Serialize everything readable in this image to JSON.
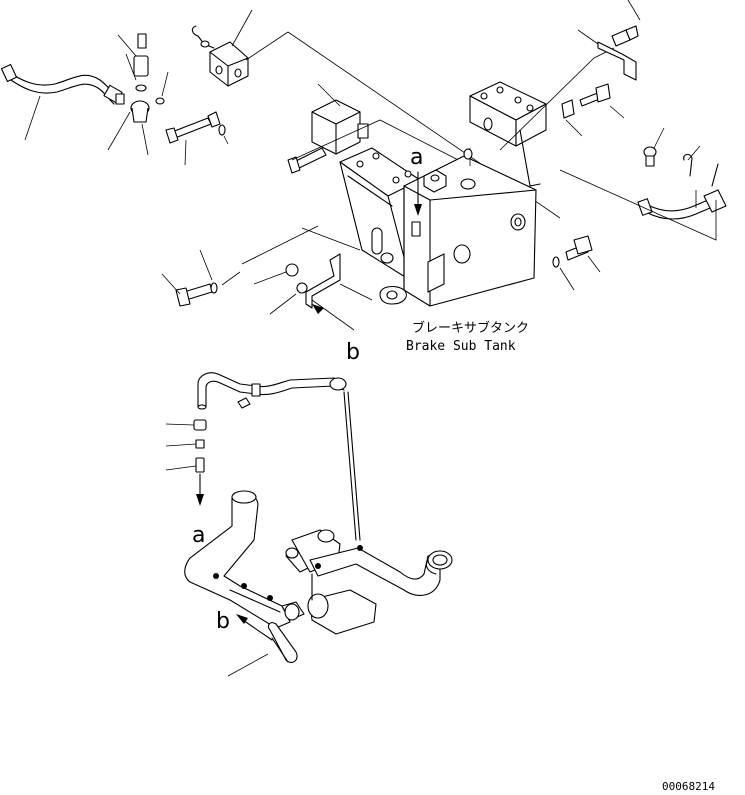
{
  "diagram": {
    "title_jp": "ブレーキサブタンク",
    "title_en": "Brake Sub Tank",
    "ref_a_top": "a",
    "ref_a_bottom": "a",
    "ref_b_top": "b",
    "ref_b_bottom": "b",
    "drawing_code": "00068214"
  }
}
